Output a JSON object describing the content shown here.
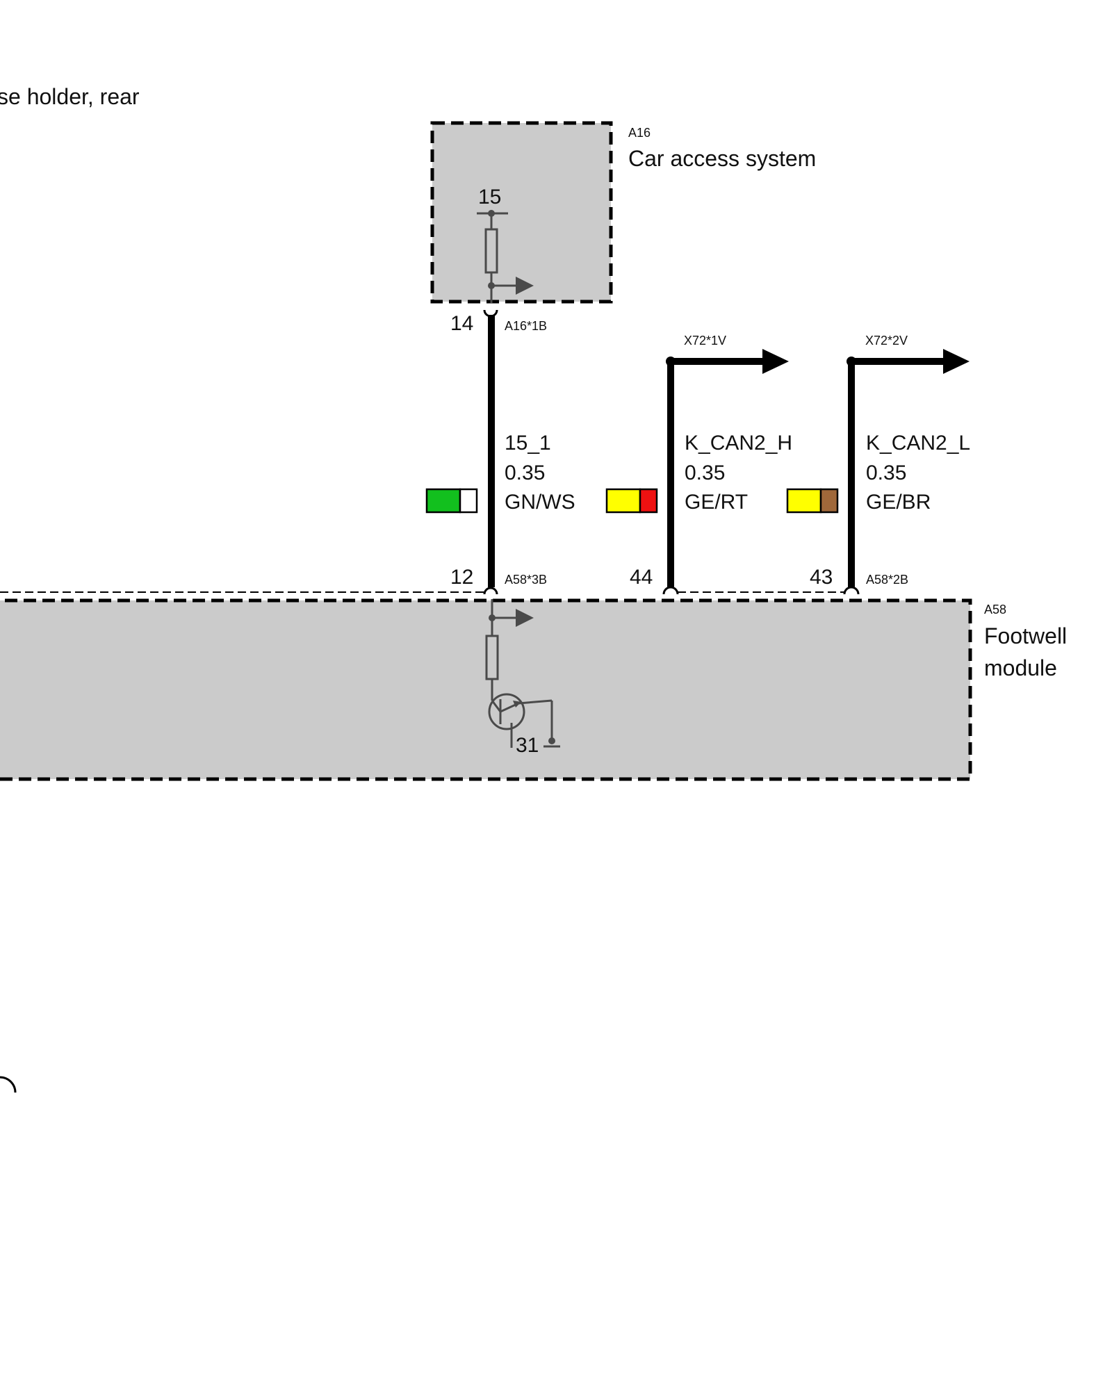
{
  "header_fragment": "se holder, rear",
  "components": {
    "a16": {
      "ref": "A16",
      "name": "Car access system",
      "pin_internal": "15"
    },
    "a58": {
      "ref": "A58",
      "name_line1": "Footwell",
      "name_line2": "module",
      "ground": "31"
    }
  },
  "connectors": {
    "a16_1b": "A16*1B",
    "a58_3b": "A58*3B",
    "a58_2b": "A58*2B",
    "x72_1v": "X72*1V",
    "x72_2v": "X72*2V"
  },
  "wires": [
    {
      "signal": "15_1",
      "gauge": "0.35",
      "color_code": "GN/WS",
      "pin_top": "14",
      "pin_bottom": "12",
      "colors": [
        "#12c01e",
        "#ffffff"
      ]
    },
    {
      "signal": "K_CAN2_H",
      "gauge": "0.35",
      "color_code": "GE/RT",
      "pin_bottom": "44",
      "colors": [
        "#ffff00",
        "#ee1111"
      ]
    },
    {
      "signal": "K_CAN2_L",
      "gauge": "0.35",
      "color_code": "GE/BR",
      "pin_bottom": "43",
      "colors": [
        "#ffff00",
        "#a0683a"
      ]
    }
  ]
}
